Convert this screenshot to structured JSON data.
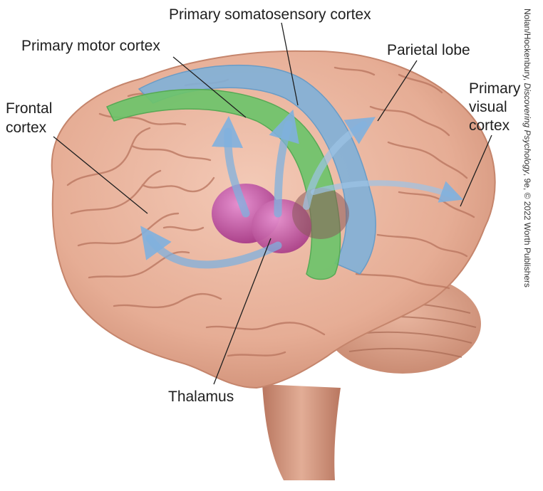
{
  "labels": {
    "primary_somatosensory_cortex": "Primary somatosensory cortex",
    "primary_motor_cortex": "Primary motor cortex",
    "parietal_lobe": "Parietal lobe",
    "primary_visual_cortex_line1": "Primary",
    "primary_visual_cortex_line2": "visual",
    "primary_visual_cortex_line3": "cortex",
    "frontal_cortex_line1": "Frontal",
    "frontal_cortex_line2": "cortex",
    "thalamus": "Thalamus"
  },
  "credit": {
    "prefix": "Nolan/Hockenbury, ",
    "book": "Discovering Psychology",
    "suffix": ", 9e, © 2022 Worth Publishers"
  },
  "colors": {
    "brain": "#e8b59f",
    "brain_shadow": "#c98a73",
    "sulcus": "#b8745e",
    "motor_cortex": "#6cc36a",
    "somatosensory_cortex": "#7fb0d8",
    "thalamus": "#c2539b",
    "pathway_arrows": "#8cb8e0",
    "leader_line": "#1f1f1f"
  }
}
